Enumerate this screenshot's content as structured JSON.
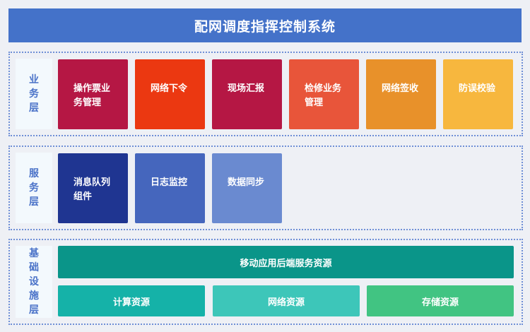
{
  "title": "配网调度指挥控制系统",
  "layers": {
    "business": {
      "label": [
        "业",
        "务",
        "层"
      ],
      "tiles": [
        {
          "lines": [
            "操作票业",
            "务管理"
          ],
          "color": "#b51744"
        },
        {
          "lines": [
            "网络下令",
            ""
          ],
          "color": "#eb3811"
        },
        {
          "lines": [
            "现场汇报",
            ""
          ],
          "color": "#b51744"
        },
        {
          "lines": [
            "检修业务",
            "管理"
          ],
          "color": "#e8553a"
        },
        {
          "lines": [
            "网络签收",
            ""
          ],
          "color": "#e8912a"
        },
        {
          "lines": [
            "防误校验",
            ""
          ],
          "color": "#f7b73e"
        }
      ]
    },
    "service": {
      "label": [
        "服",
        "务",
        "层"
      ],
      "tiles": [
        {
          "lines": [
            "消息队列",
            "组件"
          ],
          "color": "#1f3591"
        },
        {
          "lines": [
            "日志监控",
            ""
          ],
          "color": "#4566bd"
        },
        {
          "lines": [
            "数据同步",
            ""
          ],
          "color": "#6a8ad0"
        }
      ]
    },
    "infrastructure": {
      "label": [
        "基",
        "础",
        "设",
        "施",
        "层"
      ],
      "top": {
        "text": "移动应用后端服务资源",
        "color": "#0a9589"
      },
      "bottom": [
        {
          "text": "计算资源",
          "color": "#15b2a8"
        },
        {
          "text": "网络资源",
          "color": "#3dc6b9"
        },
        {
          "text": "存储资源",
          "color": "#41c482"
        }
      ]
    }
  }
}
